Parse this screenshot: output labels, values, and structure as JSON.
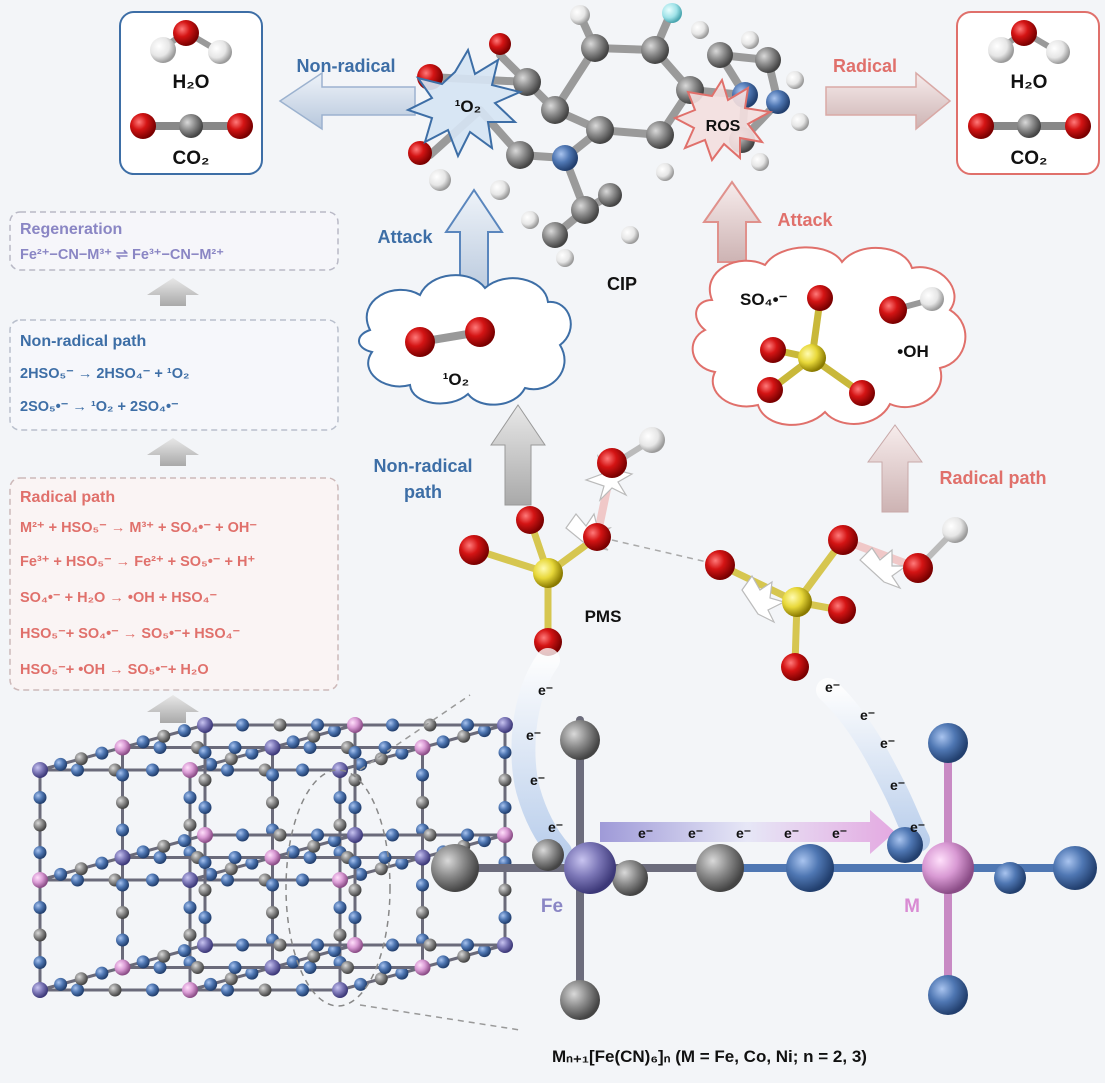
{
  "products_left": {
    "water": "H₂O",
    "co2": "CO₂"
  },
  "products_right": {
    "water": "H₂O",
    "co2": "CO₂"
  },
  "arrows": {
    "non_radical_top": "Non-radical",
    "radical_top": "Radical",
    "attack_left": "Attack",
    "attack_right": "Attack",
    "non_radical_path_1": "Non-radical",
    "non_radical_path_2": "path",
    "radical_path": "Radical path"
  },
  "labels": {
    "singlet_center": "¹O₂",
    "ros": "ROS",
    "cip": "CIP",
    "singlet_cloud": "¹O₂",
    "sulfate_radical": "SO₄•⁻",
    "hydroxyl": "•OH",
    "pms": "PMS",
    "fe": "Fe",
    "m": "M",
    "formula": "Mₙ₊₁[Fe(CN)₆]ₙ  (M = Fe, Co, Ni; n = 2, 3)",
    "electron": "e⁻"
  },
  "regeneration": {
    "title": "Regeneration",
    "eq": "Fe²⁺−CN−M³⁺ ⇌ Fe³⁺−CN−M²⁺"
  },
  "non_radical_box": {
    "title": "Non-radical path",
    "eqs": [
      "2HSO₅⁻ → 2HSO₄⁻ + ¹O₂",
      "2SO₅•⁻ → ¹O₂ + 2SO₄•⁻"
    ]
  },
  "radical_box": {
    "title": "Radical path",
    "eqs": [
      "M²⁺ + HSO₅⁻ → M³⁺ + SO₄•⁻ + OH⁻",
      "Fe³⁺ + HSO₅⁻ → Fe²⁺ + SO₅•⁻ + H⁺",
      "SO₄•⁻ + H₂O → •OH + HSO₄⁻",
      "HSO₅⁻+ SO₄•⁻ → SO₅•⁻+ HSO₄⁻",
      "HSO₅⁻+ •OH → SO₅•⁻+ H₂O"
    ]
  },
  "colors": {
    "blue": "#3d6ea6",
    "red": "#e0706b",
    "purple": "#8a86c4",
    "oxygen": "#d01010",
    "sulfur": "#e8d83a",
    "carbon": "#8c8c8c",
    "nitrogen": "#4f77b3",
    "fe_atom": "#7d78b8",
    "m_atom": "#d99ad4"
  }
}
